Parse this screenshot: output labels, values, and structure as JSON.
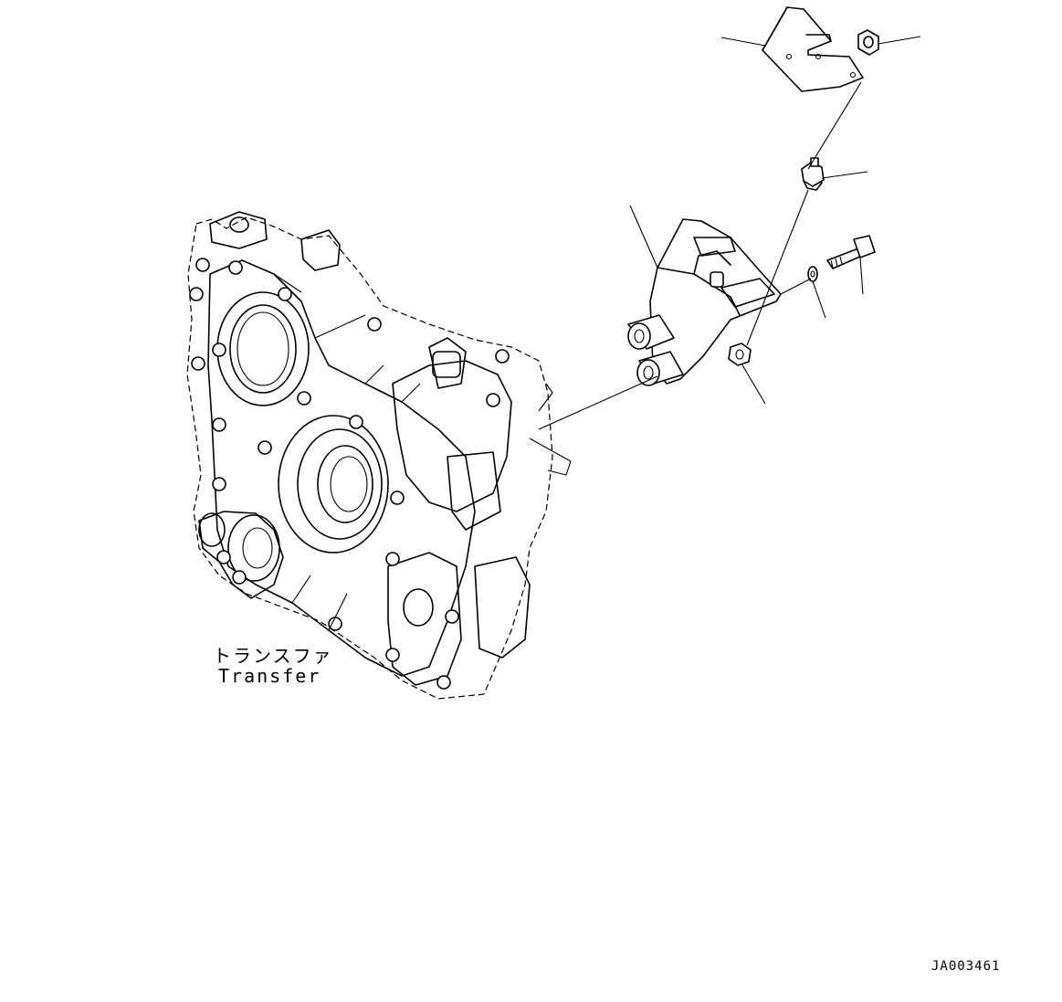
{
  "labels": {
    "transfer_jp": "トランスファ",
    "transfer_en": "Transfer",
    "drawing_code": "JA003461"
  }
}
